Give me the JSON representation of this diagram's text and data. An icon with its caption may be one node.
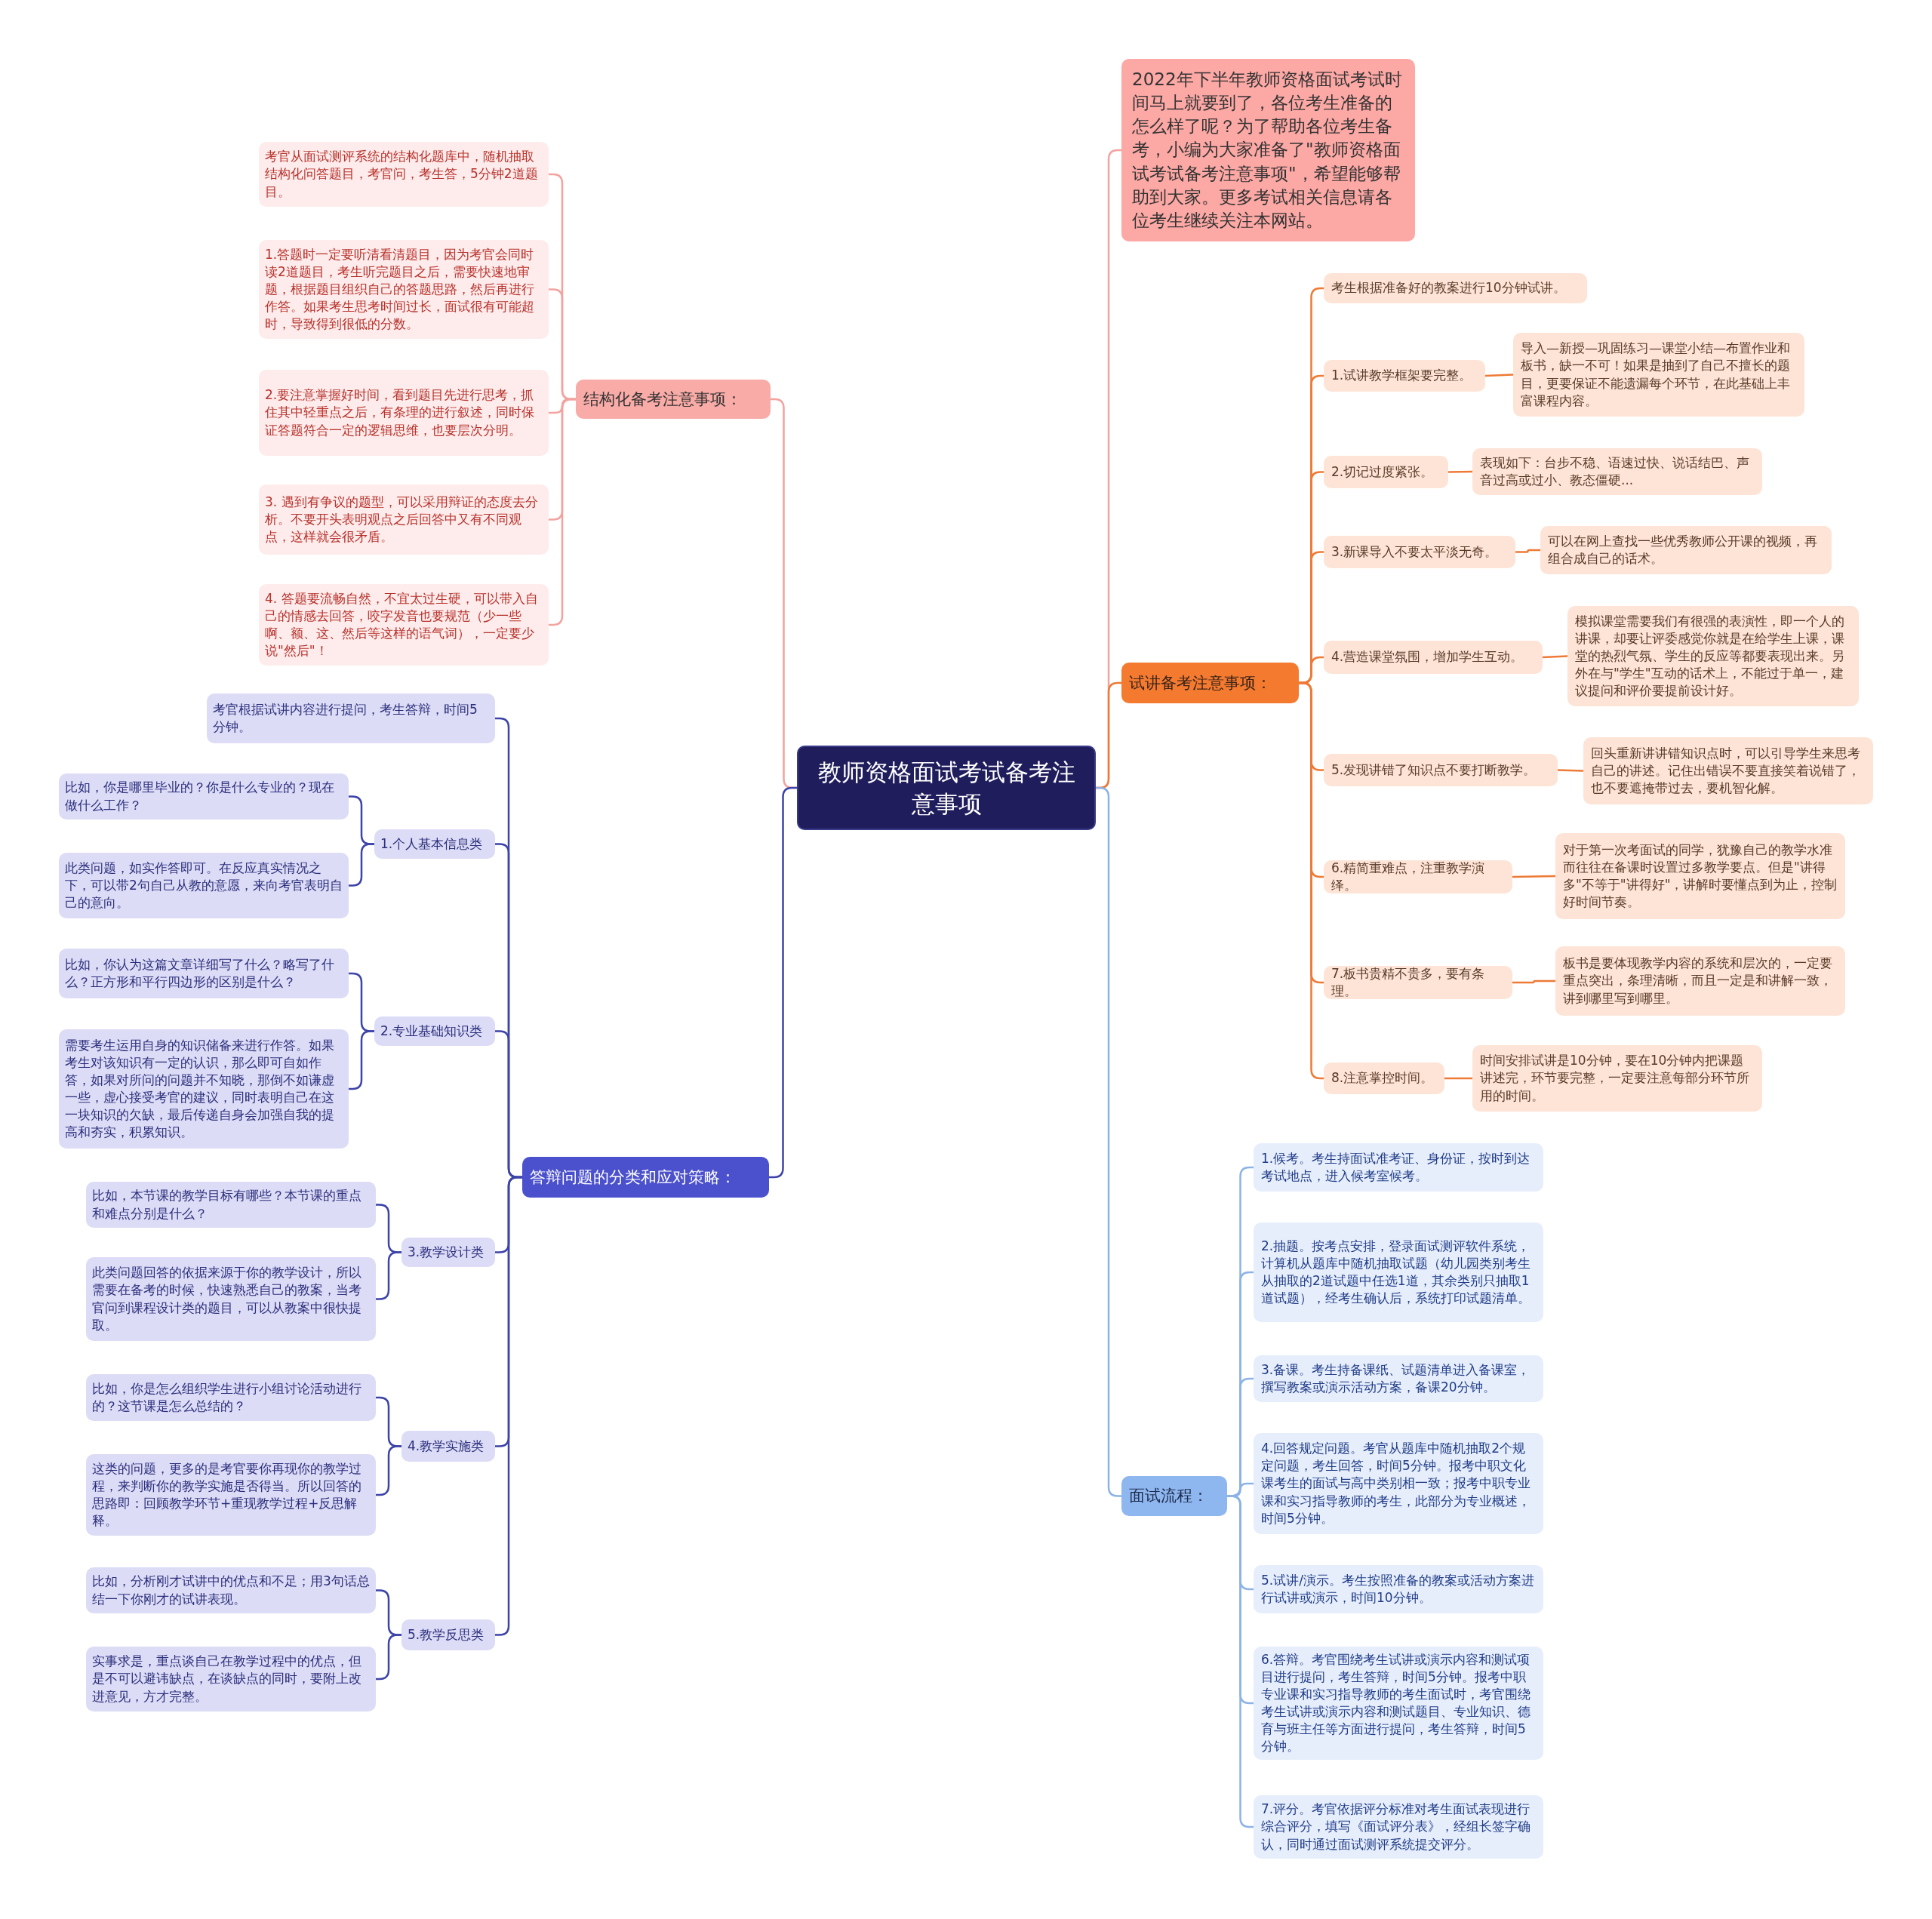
{
  "diagram": {
    "nodes": [
      {
        "text": [
          "教师资格面试考试备考注意事项"
        ]
      },
      {
        "text": [
          "2022年下半年教师资格面试考试时间马上就要到了，各位考生准备的怎么样了呢？为了帮助各位考生备考，小编为大家准备了\"教师资格面试考试备考注意事项\"，希望能够帮助到大家。更多考试相关信息请各位考生继续关注本网站。"
        ]
      },
      {
        "text": [
          "结构化备考注意事项："
        ]
      },
      {
        "text": [
          "考官从面试测评系统的结构化题库中，随机抽取结构化问答题目，考官问，考生答，5分钟2道题目。"
        ]
      },
      {
        "text": [
          "1.答题时一定要听清看清题目，因为考官会同时读2道题目，考生听完题目之后，需要快速地审题，根据题目组织自己的答题思路，然后再进行作答。如果考生思考时间过长，面试很有可能超时，导致得到很低的分数。"
        ]
      },
      {
        "text": [
          "2.要注意掌握好时间，看到题目先进行思考，抓住其中轻重点之后，有条理的进行叙述，同时保证答题符合一定的逻辑思维，也要层次分明。"
        ]
      },
      {
        "text": [
          "3. 遇到有争议的题型，可以采用辩证的态度去分析。不要开头表明观点之后回答中又有不同观点，这样就会很矛盾。"
        ]
      },
      {
        "text": [
          "4. 答题要流畅自然，不宜太过生硬，可以带入自己的情感去回答，咬字发音也要规范（少一些啊、额、这、然后等这样的语气词），一定要少说\"然后\"！"
        ]
      },
      {
        "text": [
          "试讲备考注意事项："
        ]
      },
      {
        "text": [
          "考生根据准备好的教案进行10分钟试讲。"
        ]
      },
      {
        "text": [
          "1.试讲教学框架要完整。"
        ]
      },
      {
        "text": [
          "导入—新授—巩固练习—课堂小结—布置作业和板书，缺一不可！如果是抽到了自己不擅长的题目，更要保证不能遗漏每个环节，在此基础上丰富课程内容。"
        ]
      },
      {
        "text": [
          "2.切记过度紧张。"
        ]
      },
      {
        "text": [
          "表现如下：台步不稳、语速过快、说话结巴、声音过高或过小、教态僵硬..."
        ]
      },
      {
        "text": [
          "3.新课导入不要太平淡无奇。"
        ]
      },
      {
        "text": [
          "可以在网上查找一些优秀教师公开课的视频，再组合成自己的话术。"
        ]
      },
      {
        "text": [
          "4.营造课堂氛围，增加学生互动。"
        ]
      },
      {
        "text": [
          "模拟课堂需要我们有很强的表演性，即一个人的讲课，却要让评委感觉你就是在给学生上课，课堂的热烈气氛、学生的反应等都要表现出来。另外在与\"学生\"互动的话术上，不能过于单一，建议提问和评价要提前设计好。"
        ]
      },
      {
        "text": [
          "5.发现讲错了知识点不要打断教学。"
        ]
      },
      {
        "text": [
          "回头重新讲讲错知识点时，可以引导学生来思考自己的讲述。记住出错误不要直接笑着说错了，也不要遮掩带过去，要机智化解。"
        ]
      },
      {
        "text": [
          "6.精简重难点，注重教学演绎。"
        ]
      },
      {
        "text": [
          "对于第一次考面试的同学，犹豫自己的教学水准而往往在备课时设置过多教学要点。但是\"讲得多\"不等于\"讲得好\"，讲解时要懂点到为止，控制好时间节奏。"
        ]
      },
      {
        "text": [
          "7.板书贵精不贵多，要有条理。"
        ]
      },
      {
        "text": [
          "板书是要体现教学内容的系统和层次的，一定要重点突出，条理清晰，而且一定是和讲解一致，讲到哪里写到哪里。"
        ]
      },
      {
        "text": [
          "8.注意掌控时间。"
        ]
      },
      {
        "text": [
          "时间安排试讲是10分钟，要在10分钟内把课题讲述完，环节要完整，一定要注意每部分环节所用的时间。"
        ]
      },
      {
        "text": [
          "答辩问题的分类和应对策略："
        ]
      },
      {
        "text": [
          "考官根据试讲内容进行提问，考生答辩，时间5分钟。"
        ]
      },
      {
        "text": [
          "1.个人基本信息类"
        ]
      },
      {
        "text": [
          "比如，你是哪里毕业的？你是什么专业的？现在做什么工作？"
        ]
      },
      {
        "text": [
          "此类问题，如实作答即可。在反应真实情况之下，可以带2句自己从教的意愿，来向考官表明自己的意向。"
        ]
      },
      {
        "text": [
          "2.专业基础知识类"
        ]
      },
      {
        "text": [
          "比如，你认为这篇文章详细写了什么？略写了什么？正方形和平行四边形的区别是什么？"
        ]
      },
      {
        "text": [
          "需要考生运用自身的知识储备来进行作答。如果考生对该知识有一定的认识，那么即可自如作答，如果对所问的问题并不知晓，那倒不如谦虚一些，虚心接受考官的建议，同时表明自己在这一块知识的欠缺，最后传递自身会加强自我的提高和夯实，积累知识。"
        ]
      },
      {
        "text": [
          "3.教学设计类"
        ]
      },
      {
        "text": [
          "比如，本节课的教学目标有哪些？本节课的重点和难点分别是什么？"
        ]
      },
      {
        "text": [
          "此类问题回答的依据来源于你的教学设计，所以需要在备考的时候，快速熟悉自己的教案，当考官问到课程设计类的题目，可以从教案中很快提取。"
        ]
      },
      {
        "text": [
          "4.教学实施类"
        ]
      },
      {
        "text": [
          "比如，你是怎么组织学生进行小组讨论活动进行的？这节课是怎么总结的？"
        ]
      },
      {
        "text": [
          "这类的问题，更多的是考官要你再现你的教学过程，来判断你的教学实施是否得当。所以回答的思路即：回顾教学环节+重现教学过程+反思解释。"
        ]
      },
      {
        "text": [
          "5.教学反思类"
        ]
      },
      {
        "text": [
          "比如，分析刚才试讲中的优点和不足；用3句话总结一下你刚才的试讲表现。"
        ]
      },
      {
        "text": [
          "实事求是，重点谈自己在教学过程中的优点，但是不可以避讳缺点，在谈缺点的同时，要附上改进意见，方才完整。"
        ]
      },
      {
        "text": [
          "面试流程："
        ]
      },
      {
        "text": [
          "1.候考。考生持面试准考证、身份证，按时到达考试地点，进入候考室候考。"
        ]
      },
      {
        "text": [
          "2.抽题。按考点安排，登录面试测评软件系统，计算机从题库中随机抽取试题（幼儿园类别考生从抽取的2道试题中任选1道，其余类别只抽取1道试题），经考生确认后，系统打印试题清单。"
        ]
      },
      {
        "text": [
          "3.备课。考生持备课纸、试题清单进入备课室，撰写教案或演示活动方案，备课20分钟。"
        ]
      },
      {
        "text": [
          "4.回答规定问题。考官从题库中随机抽取2个规定问题，考生回答，时间5分钟。报考中职文化课考生的面试与高中类别相一致；报考中职专业课和实习指导教师的考生，此部分为专业概述，时间5分钟。"
        ]
      },
      {
        "text": [
          "5.试讲/演示。考生按照准备的教案或活动方案进行试讲或演示，时间10分钟。"
        ]
      },
      {
        "text": [
          "6.答辩。考官围绕考生试讲或演示内容和测试项目进行提问，考生答辩，时间5分钟。报考中职专业课和实习指导教师的考生面试时，考官围绕考生试讲或演示内容和测试题目、专业知识、德育与班主任等方面进行提问，考生答辩，时间5分钟。"
        ]
      },
      {
        "text": [
          "7.评分。考官依据评分标准对考生面试表现进行综合评分，填写《面试评分表》，经组长签字确认，同时通过面试测评系统提交评分。"
        ]
      }
    ],
    "edges": [
      {
        "from": 0,
        "to": 1,
        "arrow": "none",
        "color": "#f2a3a0"
      },
      {
        "from": 0,
        "to": 2,
        "arrow": "none",
        "color": "#f2a3a0"
      },
      {
        "from": 2,
        "to": 3,
        "arrow": "none",
        "color": "#f2a3a0"
      },
      {
        "from": 2,
        "to": 4,
        "arrow": "none",
        "color": "#f2a3a0"
      },
      {
        "from": 2,
        "to": 5,
        "arrow": "none",
        "color": "#f2a3a0"
      },
      {
        "from": 2,
        "to": 6,
        "arrow": "none",
        "color": "#f2a3a0"
      },
      {
        "from": 2,
        "to": 7,
        "arrow": "none",
        "color": "#f2a3a0"
      },
      {
        "from": 0,
        "to": 8,
        "arrow": "none"
      },
      {
        "from": 8,
        "to": 9,
        "arrow": "none"
      },
      {
        "from": 8,
        "to": 10,
        "arrow": "none"
      },
      {
        "from": 10,
        "to": 11,
        "arrow": "none"
      },
      {
        "from": 8,
        "to": 12,
        "arrow": "none"
      },
      {
        "from": 12,
        "to": 13,
        "arrow": "none"
      },
      {
        "from": 8,
        "to": 14,
        "arrow": "none"
      },
      {
        "from": 14,
        "to": 15,
        "arrow": "none"
      },
      {
        "from": 8,
        "to": 16,
        "arrow": "none"
      },
      {
        "from": 16,
        "to": 17,
        "arrow": "none"
      },
      {
        "from": 8,
        "to": 18,
        "arrow": "none"
      },
      {
        "from": 18,
        "to": 19,
        "arrow": "none"
      },
      {
        "from": 8,
        "to": 20,
        "arrow": "none"
      },
      {
        "from": 20,
        "to": 21,
        "arrow": "none"
      },
      {
        "from": 8,
        "to": 22,
        "arrow": "none"
      },
      {
        "from": 22,
        "to": 23,
        "arrow": "none"
      },
      {
        "from": 8,
        "to": 24,
        "arrow": "none"
      },
      {
        "from": 24,
        "to": 25,
        "arrow": "none"
      },
      {
        "from": 0,
        "to": 26,
        "arrow": "none",
        "color": "#3d43a8"
      },
      {
        "from": 26,
        "to": 27,
        "arrow": "none",
        "color": "#3d43a8"
      },
      {
        "from": 26,
        "to": 28,
        "arrow": "none",
        "color": "#3d43a8"
      },
      {
        "from": 28,
        "to": 29,
        "arrow": "none",
        "color": "#3d43a8"
      },
      {
        "from": 28,
        "to": 30,
        "arrow": "none",
        "color": "#3d43a8"
      },
      {
        "from": 26,
        "to": 31,
        "arrow": "none",
        "color": "#3d43a8"
      },
      {
        "from": 31,
        "to": 32,
        "arrow": "none",
        "color": "#3d43a8"
      },
      {
        "from": 31,
        "to": 33,
        "arrow": "none",
        "color": "#3d43a8"
      },
      {
        "from": 26,
        "to": 34,
        "arrow": "none",
        "color": "#3d43a8"
      },
      {
        "from": 34,
        "to": 35,
        "arrow": "none",
        "color": "#3d43a8"
      },
      {
        "from": 34,
        "to": 36,
        "arrow": "none",
        "color": "#3d43a8"
      },
      {
        "from": 26,
        "to": 37,
        "arrow": "none",
        "color": "#3d43a8"
      },
      {
        "from": 37,
        "to": 38,
        "arrow": "none",
        "color": "#3d43a8"
      },
      {
        "from": 37,
        "to": 39,
        "arrow": "none",
        "color": "#3d43a8"
      },
      {
        "from": 26,
        "to": 40,
        "arrow": "none",
        "color": "#3d43a8"
      },
      {
        "from": 40,
        "to": 41,
        "arrow": "none",
        "color": "#3d43a8"
      },
      {
        "from": 40,
        "to": 42,
        "arrow": "none",
        "color": "#3d43a8"
      },
      {
        "from": 0,
        "to": 43,
        "arrow": "none",
        "color": "#8db3e6"
      },
      {
        "from": 43,
        "to": 44,
        "arrow": "none",
        "color": "#8db3e6"
      },
      {
        "from": 43,
        "to": 45,
        "arrow": "none",
        "color": "#8db3e6"
      },
      {
        "from": 43,
        "to": 46,
        "arrow": "none",
        "color": "#8db3e6"
      },
      {
        "from": 43,
        "to": 47,
        "arrow": "none",
        "color": "#8db3e6"
      },
      {
        "from": 43,
        "to": 48,
        "arrow": "none",
        "color": "#8db3e6"
      },
      {
        "from": 43,
        "to": 49,
        "arrow": "none",
        "color": "#8db3e6"
      },
      {
        "from": 43,
        "to": 50,
        "arrow": "none",
        "color": "#8db3e6"
      }
    ]
  }
}
